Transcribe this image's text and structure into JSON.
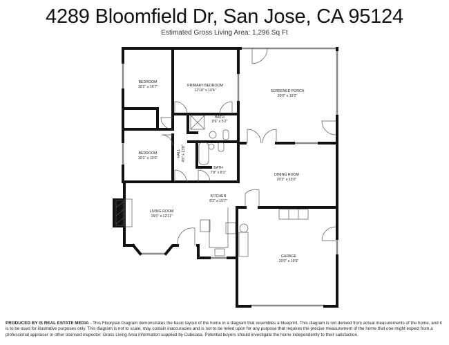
{
  "header": {
    "title": "4289 Bloomfield Dr, San Jose, CA 95124",
    "subtitle": "Estimated Gross Living Area: 1,296 Sq Ft"
  },
  "rooms": {
    "bedroom1": {
      "name": "BEDROOM",
      "dims": "10'1\" x 16'7\""
    },
    "primary": {
      "name": "PRIMARY BEDROOM",
      "dims": "12'10\" x 10'4\""
    },
    "porch": {
      "name": "SCREENED PORCH",
      "dims": "20'0\" x 19'2\""
    },
    "bath1": {
      "name": "BATH",
      "dims": "9'6\" x 5'2\""
    },
    "bedroom2": {
      "name": "BEDROOM",
      "dims": "10'1\" x 10'0\""
    },
    "hall": {
      "name": "HALL",
      "dims": "4'9\" x 13'8\""
    },
    "bath2": {
      "name": "BATH",
      "dims": "7'9\" x 8'1\""
    },
    "dining": {
      "name": "DINING ROOM",
      "dims": "20'2\" x 13'0\""
    },
    "kitchen": {
      "name": "KITCHEN",
      "dims": "8'2\" x 15'7\""
    },
    "living": {
      "name": "LIVING ROOM",
      "dims": "15'6\" x 12'11\""
    },
    "garage": {
      "name": "GARAGE",
      "dims": "20'0\" x 19'9\""
    }
  },
  "footer": {
    "producer": "PRODUCED BY IS REAL ESTATE MEDIA",
    "text": " - This Floorplan Diagram demonstrates the basic layout of the home in a diagram that resembles a blueprint. This diagram is not derived from actual measurements of the home, and it is to be used for illustrative purposes only. This diagram is not to scale, may contain inaccuracies and is not to be relied upon for any purpose that requires the precise measurement of the home that one might expect from a professional appraiser or other licensed inspector. Gross Living Area information supplied by Cubicasa. Potential buyers should investigate the home independently to their satisfaction."
  }
}
